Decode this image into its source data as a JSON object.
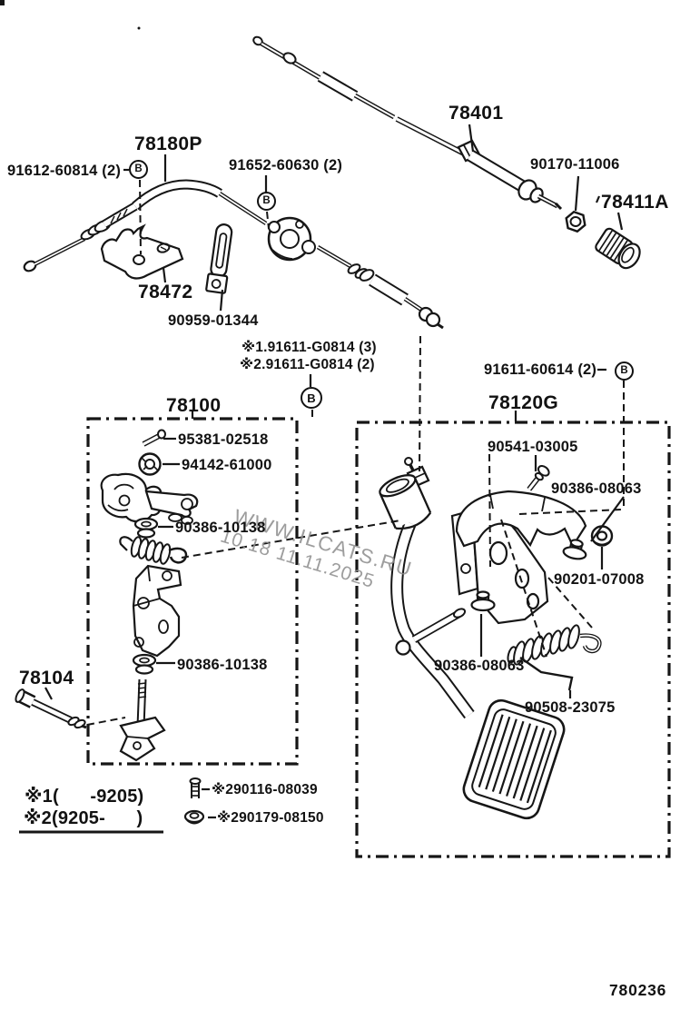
{
  "page": {
    "background": "#ffffff",
    "line_color": "#161616",
    "watermark_color": "#8d8d8d"
  },
  "watermark": {
    "line1": "WWW.ILCATS.RU",
    "line2": "10.18 11.11.2025"
  },
  "footer": {
    "diagram_code": "780236"
  },
  "fastener": {
    "symbol": "B"
  },
  "boxes": {
    "link_assembly": "78100",
    "pedal_assembly": "78120G"
  },
  "parts": {
    "p78180P": "78180P",
    "p91612": "91612-60814 (2)",
    "p91652": "91652-60630 (2)",
    "p78401": "78401",
    "p90170": "90170-11006",
    "p78411A": "78411A",
    "p78472": "78472",
    "p90959": "90959-01344",
    "note1": "※1.91611-G0814 (3)",
    "note2": "※2.91611-G0814 (2)",
    "p91611": "91611-60614 (2)",
    "p95381": "95381-02518",
    "p94142": "94142-61000",
    "p90386_10138_upper": "90386-10138",
    "p90386_10138_lower": "90386-10138",
    "p78104": "78104",
    "p90541": "90541-03005",
    "p90386_08063_upper": "90386-08063",
    "p90201": "90201-07008",
    "p90386_08063_lower": "90386-08063",
    "p90508": "90508-23075"
  },
  "footnotes": {
    "range1": "※1(      -9205)",
    "range2": "※2(9205-      )",
    "bolt": "※290116-08039",
    "retainer": "※290179-08150"
  }
}
